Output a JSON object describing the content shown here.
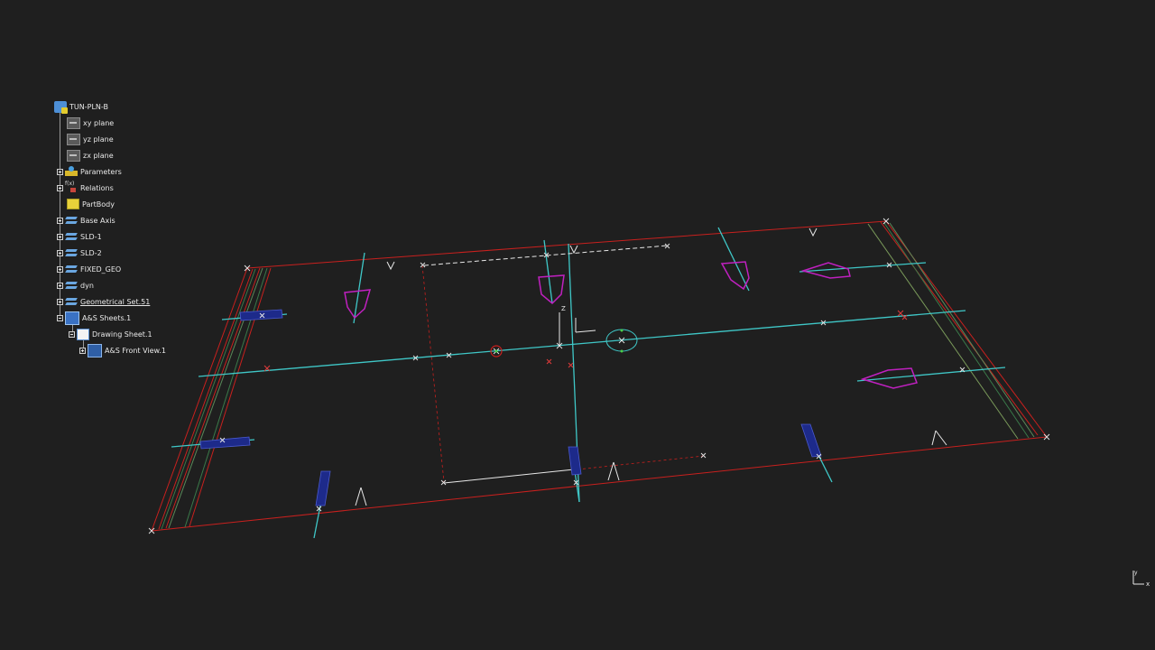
{
  "tree": {
    "root": {
      "label": "TUN-PLN-B",
      "icon": "part-icon"
    },
    "items": [
      {
        "label": "xy plane",
        "icon": "plane-icon",
        "expander": "none"
      },
      {
        "label": "yz plane",
        "icon": "plane-icon",
        "expander": "none"
      },
      {
        "label": "zx plane",
        "icon": "plane-icon",
        "expander": "none"
      },
      {
        "label": "Parameters",
        "icon": "parameters-icon",
        "expander": "plus"
      },
      {
        "label": "Relations",
        "icon": "relations-icon",
        "expander": "plus"
      },
      {
        "label": "PartBody",
        "icon": "partbody-icon",
        "expander": "none"
      },
      {
        "label": "Base Axis",
        "icon": "geometrical-set-icon",
        "expander": "plus"
      },
      {
        "label": "SLD-1",
        "icon": "geometrical-set-icon",
        "expander": "plus"
      },
      {
        "label": "SLD-2",
        "icon": "geometrical-set-icon",
        "expander": "plus"
      },
      {
        "label": "FIXED_GEO",
        "icon": "geometrical-set-icon",
        "expander": "plus"
      },
      {
        "label": "dyn",
        "icon": "geometrical-set-icon",
        "expander": "plus"
      },
      {
        "label": "Geometrical Set.51",
        "icon": "geometrical-set-icon",
        "expander": "plus",
        "underlined": true
      },
      {
        "label": "A&S Sheets.1",
        "icon": "sheets-icon",
        "expander": "minus"
      },
      {
        "label": "Drawing Sheet.1",
        "icon": "drawing-sheet-icon",
        "expander": "minus"
      },
      {
        "label": "A&S Front View.1",
        "icon": "front-view-icon",
        "expander": "plus"
      }
    ]
  },
  "triad": {
    "x_label": "x",
    "y_label": "y"
  },
  "compass": {
    "z_label": "Z"
  },
  "colors": {
    "background": "#1f1f1f",
    "frame_red": "#c8201e",
    "axis_cyan": "#3fc7c7",
    "magenta": "#c020c0",
    "navy": "#1d2a8a",
    "green": "#3a7a4a",
    "white": "#f0f0f0"
  }
}
